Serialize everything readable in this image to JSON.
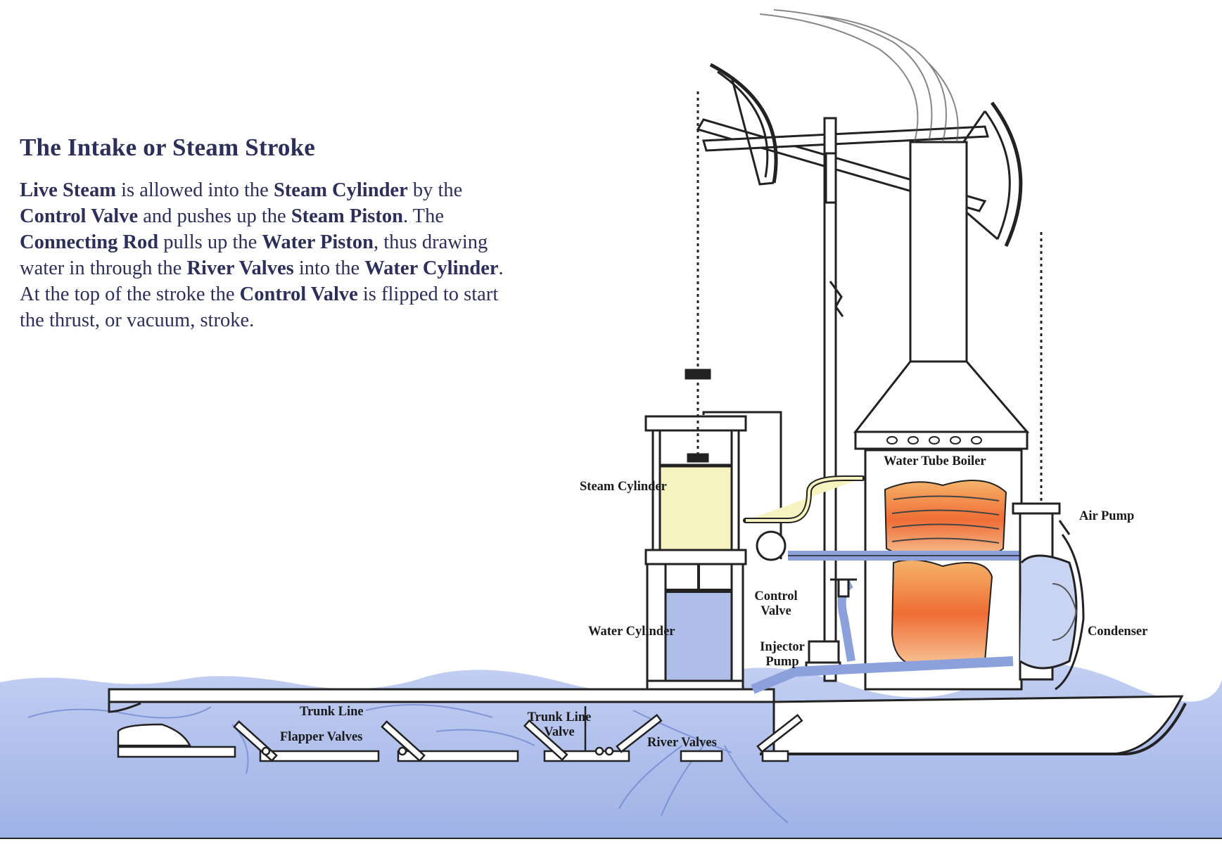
{
  "heading": "The Intake or Steam Stroke",
  "paragraph": [
    {
      "t": "Live Steam",
      "b": true
    },
    {
      "t": " is allowed into the ",
      "b": false
    },
    {
      "t": "Steam Cylinder",
      "b": true
    },
    {
      "t": " by the ",
      "b": false
    },
    {
      "t": "Control Valve",
      "b": true
    },
    {
      "t": " and pushes up the ",
      "b": false
    },
    {
      "t": "Steam Piston",
      "b": true
    },
    {
      "t": ". The ",
      "b": false
    },
    {
      "t": "Connecting Rod",
      "b": true
    },
    {
      "t": " pulls up the ",
      "b": false
    },
    {
      "t": "Water Piston",
      "b": true
    },
    {
      "t": ", thus drawing water in through the ",
      "b": false
    },
    {
      "t": "River Valves",
      "b": true
    },
    {
      "t": " into the ",
      "b": false
    },
    {
      "t": "Water Cylinder",
      "b": true
    },
    {
      "t": ". At the top of the stroke the ",
      "b": false
    },
    {
      "t": "Control Valve",
      "b": true
    },
    {
      "t": " is flipped to start the thrust, or vacuum, stroke.",
      "b": false
    }
  ],
  "labels": {
    "steam_cylinder": "Steam Cylinder",
    "water_tube_boiler": "Water Tube Boiler",
    "air_pump": "Air Pump",
    "control_valve_1": "Control",
    "control_valve_2": "Valve",
    "water_cylinder": "Water Cylinder",
    "condenser": "Condenser",
    "injector_pump_1": "Injector",
    "injector_pump_2": "Pump",
    "trunk_line": "Trunk Line",
    "flapper_valves": "Flapper Valves",
    "trunk_line_valve_1": "Trunk Line",
    "trunk_line_valve_2": "Valve",
    "river_valves": "River Valves"
  },
  "colors": {
    "text_dark_blue": "#2b2f5a",
    "water_blue": "#aebde8",
    "steam_yellow": "#f7f3c0",
    "fire_orange": "#f0823a",
    "outline": "#222222",
    "smoke_gray": "#555555"
  }
}
